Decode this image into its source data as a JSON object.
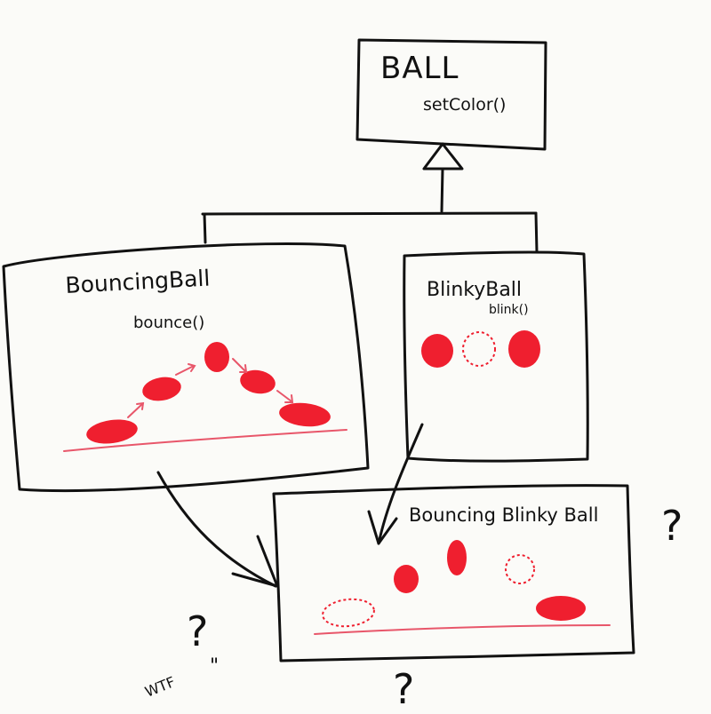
{
  "ball_class": {
    "name": "BALL",
    "method": "setColor()"
  },
  "bouncing_ball_class": {
    "name": "BouncingBall",
    "method": "bounce()"
  },
  "blinky_ball_class": {
    "name": "BlinkyBall",
    "method": "blink()"
  },
  "bouncing_blinky_ball_class": {
    "name": "Bouncing Blinky Ball"
  },
  "annotations": {
    "question_right": "?",
    "question_left": "?",
    "question_bottom": "?",
    "wtf": "WTF",
    "quote_mark": "\""
  },
  "colors": {
    "ink": "#111111",
    "ball_red": "#ef1f2f",
    "ground_pink": "#e8566a",
    "board": "#fbfbf8"
  }
}
